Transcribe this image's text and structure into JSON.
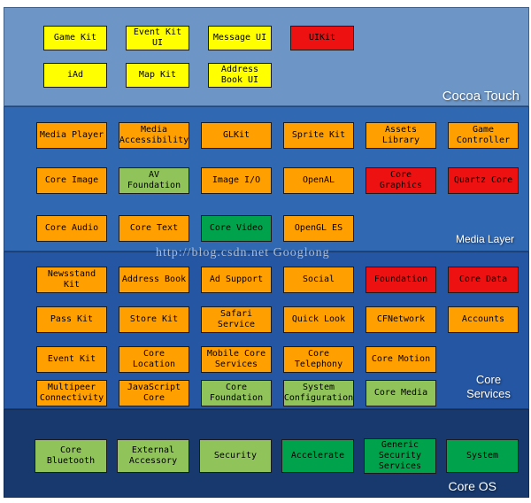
{
  "watermark": "http://blog.csdn.net Googlong",
  "colors": {
    "yellow": "#ffff00",
    "orange": "#ffa000",
    "red": "#ee1111",
    "lightgreen": "#90c35a",
    "green": "#00a24b"
  },
  "layers": [
    {
      "id": "cocoa-touch",
      "label": "Cocoa Touch",
      "bg": "#6d96c6",
      "rows": [
        {
          "boxes": [
            {
              "label": "Game Kit",
              "color": "yellow"
            },
            {
              "label": "Event Kit UI",
              "color": "yellow"
            },
            {
              "label": "Message UI",
              "color": "yellow"
            },
            {
              "label": "UIKit",
              "color": "red"
            }
          ]
        },
        {
          "boxes": [
            {
              "label": "iAd",
              "color": "yellow"
            },
            {
              "label": "Map Kit",
              "color": "yellow"
            },
            {
              "label": "Address Book UI",
              "color": "yellow"
            }
          ]
        }
      ]
    },
    {
      "id": "media",
      "label": "Media Layer",
      "bg": "#3068b2",
      "rows": [
        {
          "boxes": [
            {
              "label": "Media Player",
              "color": "orange"
            },
            {
              "label": "Media Accessibility",
              "color": "orange"
            },
            {
              "label": "GLKit",
              "color": "orange"
            },
            {
              "label": "Sprite Kit",
              "color": "orange"
            },
            {
              "label": "Assets Library",
              "color": "orange"
            },
            {
              "label": "Game Controller",
              "color": "orange"
            }
          ]
        },
        {
          "boxes": [
            {
              "label": "Core Image",
              "color": "orange"
            },
            {
              "label": "AV Foundation",
              "color": "lightgreen"
            },
            {
              "label": "Image I/O",
              "color": "orange"
            },
            {
              "label": "OpenAL",
              "color": "orange"
            },
            {
              "label": "Core Graphics",
              "color": "red"
            },
            {
              "label": "Quartz Core",
              "color": "red"
            }
          ]
        },
        {
          "boxes": [
            {
              "label": "Core Audio",
              "color": "orange"
            },
            {
              "label": "Core Text",
              "color": "orange"
            },
            {
              "label": "Core Video",
              "color": "green"
            },
            {
              "label": "OpenGL ES",
              "color": "orange"
            }
          ]
        }
      ]
    },
    {
      "id": "core-services",
      "label": "Core Services",
      "bg": "#2456a4",
      "rows": [
        {
          "boxes": [
            {
              "label": "Newsstand Kit",
              "color": "orange"
            },
            {
              "label": "Address Book",
              "color": "orange"
            },
            {
              "label": "Ad Support",
              "color": "orange"
            },
            {
              "label": "Social",
              "color": "orange"
            },
            {
              "label": "Foundation",
              "color": "red"
            },
            {
              "label": "Core Data",
              "color": "red"
            }
          ]
        },
        {
          "boxes": [
            {
              "label": "Pass Kit",
              "color": "orange"
            },
            {
              "label": "Store Kit",
              "color": "orange"
            },
            {
              "label": "Safari Service",
              "color": "orange"
            },
            {
              "label": "Quick Look",
              "color": "orange"
            },
            {
              "label": "CFNetwork",
              "color": "orange"
            },
            {
              "label": "Accounts",
              "color": "orange"
            }
          ]
        },
        {
          "boxes": [
            {
              "label": "Event Kit",
              "color": "orange"
            },
            {
              "label": "Core Location",
              "color": "orange"
            },
            {
              "label": "Mobile Core Services",
              "color": "orange"
            },
            {
              "label": "Core Telephony",
              "color": "orange"
            },
            {
              "label": "Core Motion",
              "color": "orange"
            }
          ]
        },
        {
          "boxes": [
            {
              "label": "Multipeer Connectivity",
              "color": "orange"
            },
            {
              "label": "JavaScript Core",
              "color": "orange"
            },
            {
              "label": "Core Foundation",
              "color": "lightgreen"
            },
            {
              "label": "System Configuration",
              "color": "lightgreen"
            },
            {
              "label": "Core Media",
              "color": "lightgreen"
            }
          ]
        }
      ]
    },
    {
      "id": "core-os",
      "label": "Core OS",
      "bg": "#17396d",
      "rows": [
        {
          "boxes": [
            {
              "label": "Core Bluetooth",
              "color": "lightgreen"
            },
            {
              "label": "External Accessory",
              "color": "lightgreen"
            },
            {
              "label": "Security",
              "color": "lightgreen"
            },
            {
              "label": "Accelerate",
              "color": "green"
            },
            {
              "label": "Generic Security Services",
              "color": "green"
            },
            {
              "label": "System",
              "color": "green"
            }
          ]
        }
      ]
    }
  ]
}
